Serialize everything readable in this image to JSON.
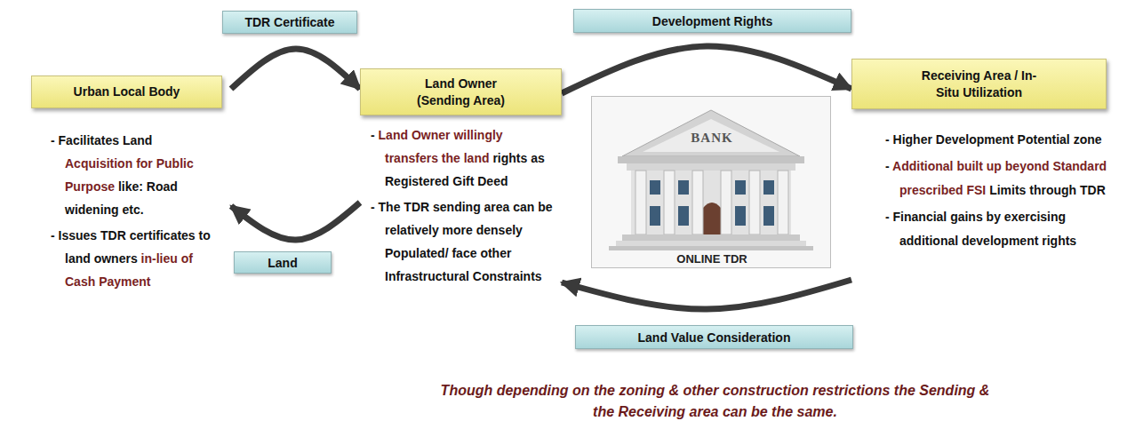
{
  "diagram": {
    "nodes": [
      {
        "text": [
          "Urban Local Body",
          "- Facilitates Land Acquisition for Public Purpose like: Road widening etc.",
          "- Issues TDR certificates to land owners in-lieu of Cash Payment"
        ]
      },
      {
        "text": [
          "Land Owner (Sending Area)",
          "- Land Owner willingly transfers the land rights as Registered Gift Deed",
          "- The TDR sending area can be relatively more densely Populated/ face other Infrastructural Constraints"
        ]
      },
      {
        "text": [
          "BANK",
          "ONLINE TDR"
        ]
      },
      {
        "text": [
          "Receiving Area / In-Situ Utilization",
          "- Higher Development Potential zone",
          "- Additional built up beyond Standard prescribed FSI Limits through TDR",
          "- Financial gains by exercising additional development rights"
        ]
      }
    ],
    "edges": [
      {
        "from": 0,
        "to": 1,
        "label": "TDR Certificate",
        "arrow": "to"
      },
      {
        "from": 1,
        "to": 0,
        "label": "Land",
        "arrow": "to"
      },
      {
        "from": 1,
        "to": 3,
        "label": "Development Rights",
        "arrow": "to"
      },
      {
        "from": 3,
        "to": 1,
        "label": "Land Value Consideration",
        "arrow": "to"
      }
    ],
    "labels": [
      "Though depending on the zoning & other construction restrictions the Sending & the Receiving area can be the same."
    ]
  }
}
